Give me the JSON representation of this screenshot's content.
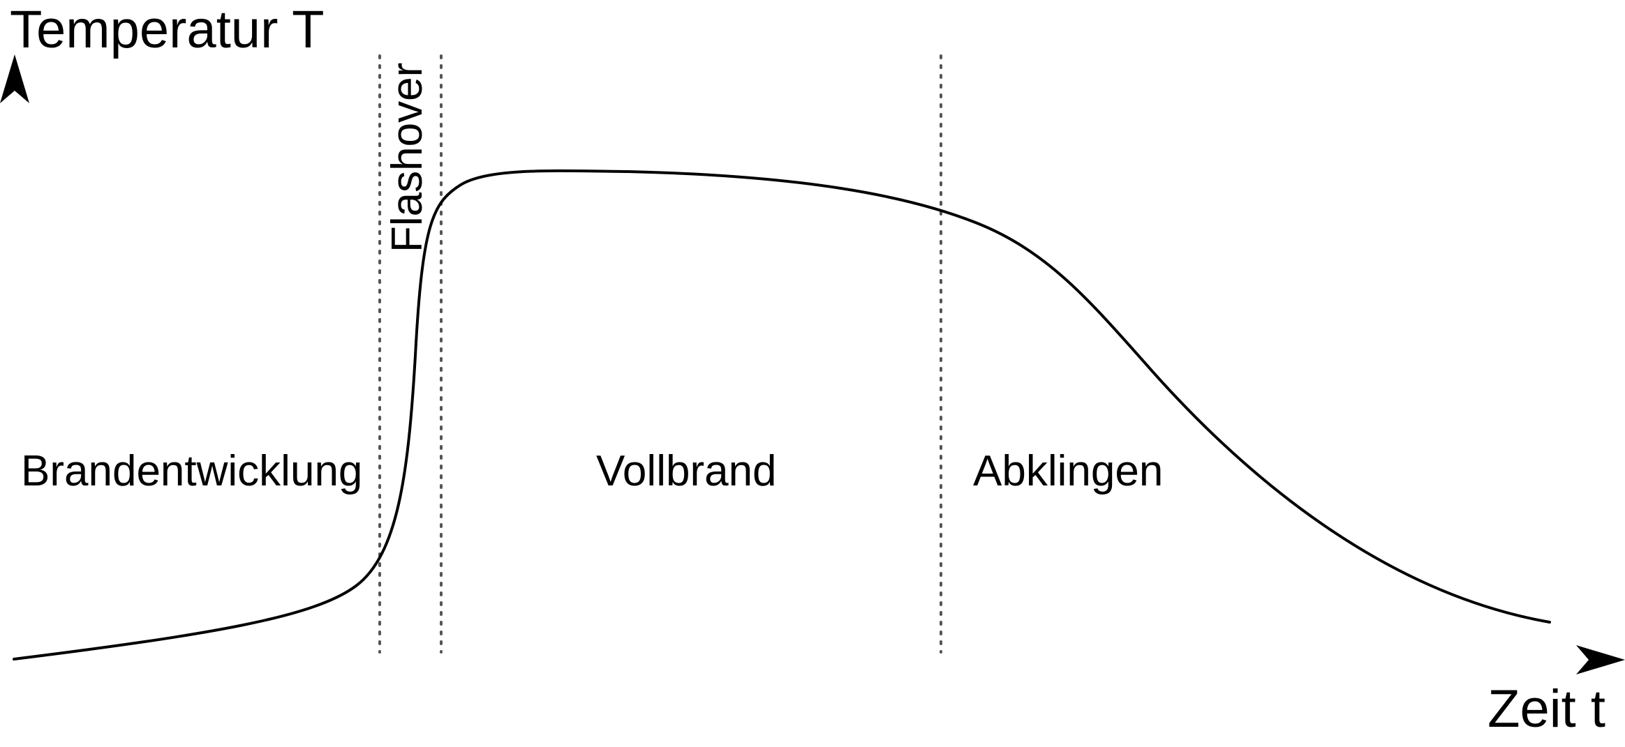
{
  "diagram": {
    "y_axis_label": "Temperatur T",
    "x_axis_label": "Zeit t",
    "phases": [
      {
        "label": "Brandentwicklung"
      },
      {
        "label": "Flashover"
      },
      {
        "label": "Vollbrand"
      },
      {
        "label": "Abklingen"
      }
    ],
    "colors": {
      "curve": "#000000",
      "axes": "#000000",
      "dividers": "#555555",
      "background": "#ffffff"
    }
  }
}
